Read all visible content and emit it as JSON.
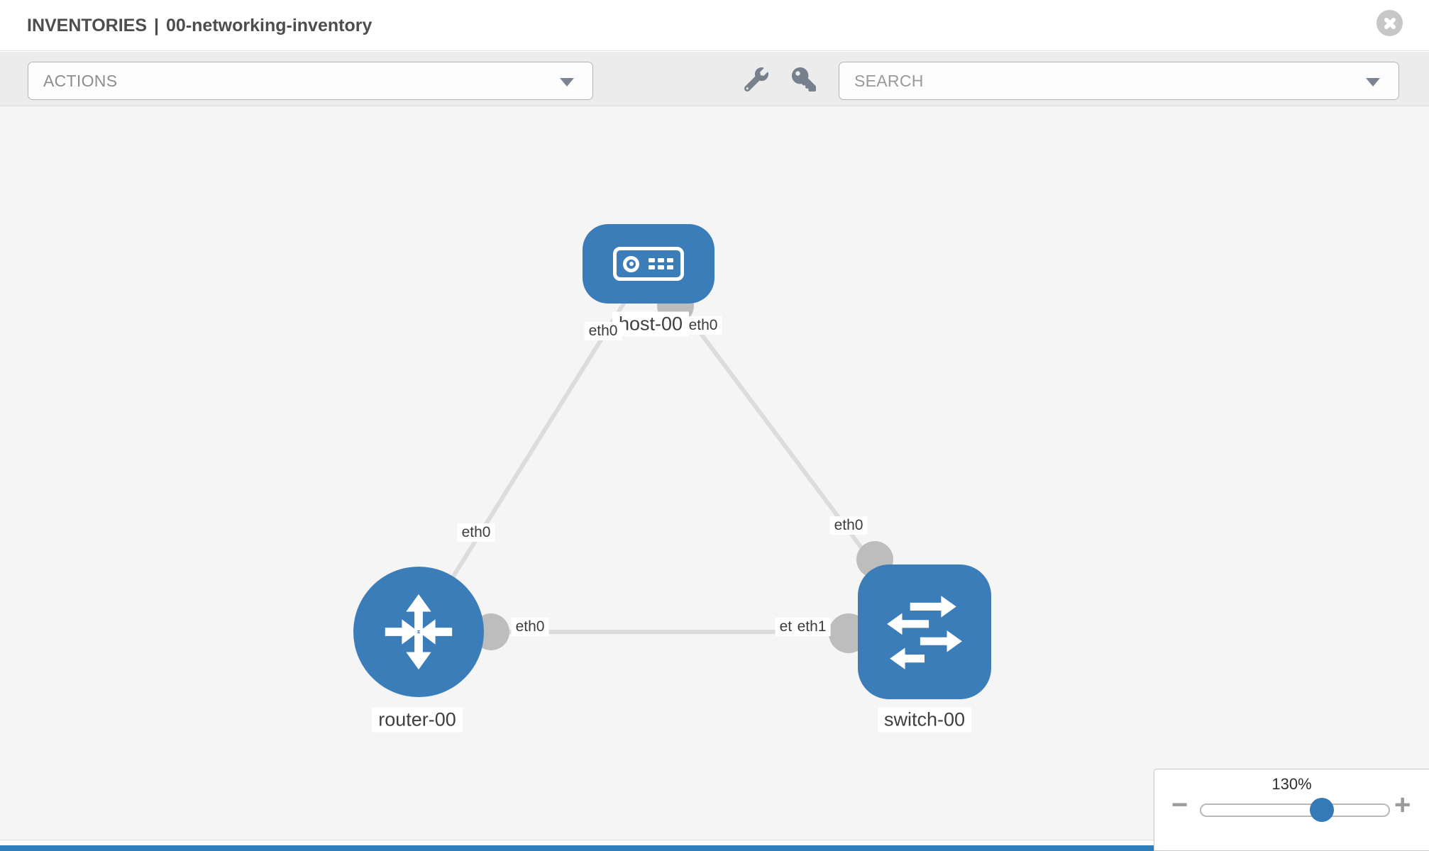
{
  "header": {
    "section": "INVENTORIES",
    "separator": "|",
    "inventory_name": "00-networking-inventory"
  },
  "toolbar": {
    "actions_label": "ACTIONS",
    "search_placeholder": "SEARCH",
    "icons": [
      "wrench-icon",
      "key-icon"
    ]
  },
  "diagram": {
    "nodes": [
      {
        "id": "host-00",
        "type": "host",
        "label": "host-00"
      },
      {
        "id": "router-00",
        "type": "router",
        "label": "router-00"
      },
      {
        "id": "switch-00",
        "type": "switch",
        "label": "switch-00"
      }
    ],
    "links": [
      {
        "from": "host-00",
        "to": "router-00"
      },
      {
        "from": "host-00",
        "to": "switch-00"
      },
      {
        "from": "router-00",
        "to": "switch-00"
      }
    ],
    "interface_labels": [
      {
        "link": "host-router",
        "end": "host",
        "label": "eth0"
      },
      {
        "link": "host-switch",
        "end": "host",
        "label": "eth0"
      },
      {
        "link": "host-router",
        "end": "router",
        "label": "eth0"
      },
      {
        "link": "host-switch",
        "end": "switch",
        "label": "eth0"
      },
      {
        "link": "router-switch",
        "end": "router",
        "label": "eth0"
      },
      {
        "link": "router-switch",
        "end": "switch-under",
        "label": "eth1"
      },
      {
        "link": "router-switch",
        "end": "switch",
        "label": "eth1"
      }
    ]
  },
  "zoom_control": {
    "value": "130%",
    "minus_label": "−",
    "plus_label": "+"
  },
  "colors": {
    "node_blue": "#3b7db9",
    "accent_blue": "#337ab7",
    "link_gray": "#dcdcdc",
    "connector_gray": "#bdbdbd",
    "toolbar_bg": "#ececec",
    "canvas_bg": "#f5f5f5",
    "bottom_bar_blue": "#2e7cb8"
  }
}
